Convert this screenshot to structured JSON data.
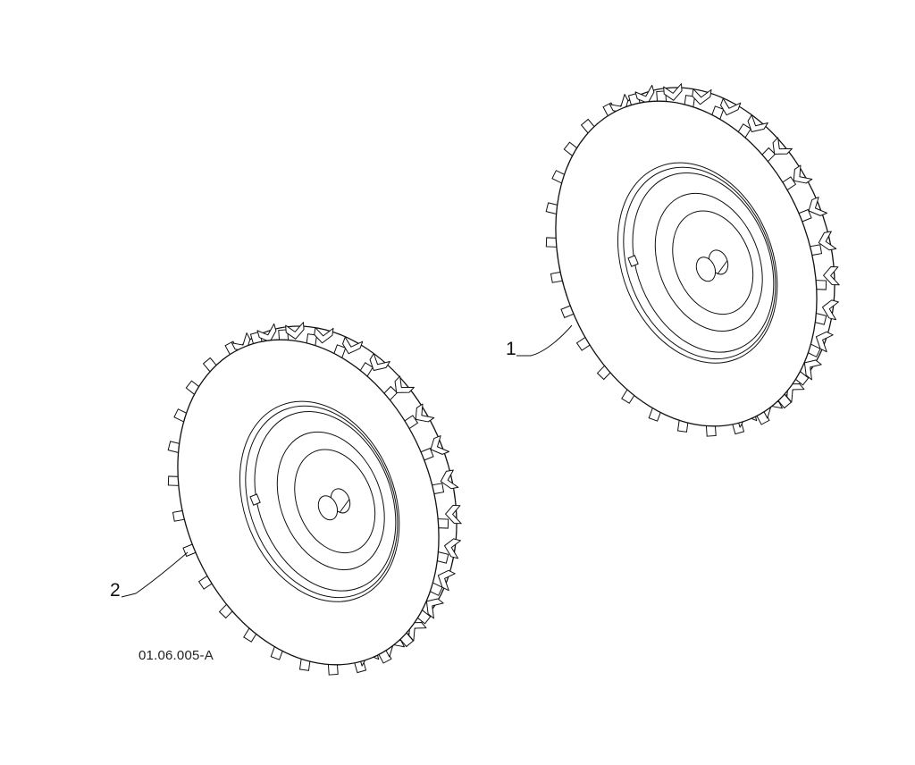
{
  "callouts": {
    "wheel_1": "1",
    "wheel_2": "2"
  },
  "figure_code": "01.06.005-A",
  "parts": [
    {
      "callout": "1",
      "icon": "snow-tire-wheel-icon"
    },
    {
      "callout": "2",
      "icon": "snow-tire-wheel-icon"
    }
  ],
  "colors": {
    "line": "#111111",
    "background": "#ffffff"
  }
}
